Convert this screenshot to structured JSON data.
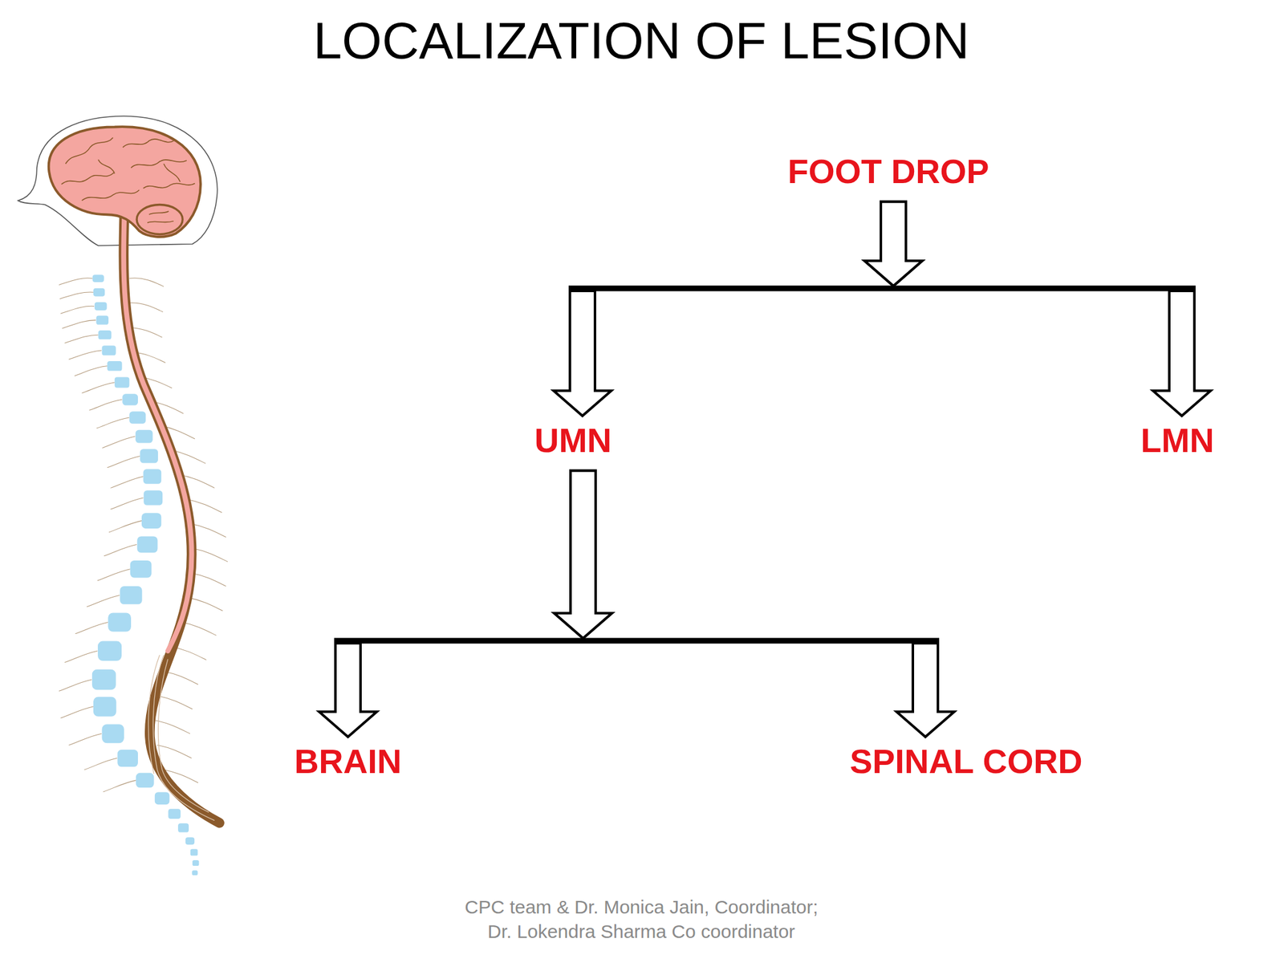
{
  "diagram": {
    "title": "LOCALIZATION OF LESION",
    "nodes": [
      {
        "text": [
          "FOOT DROP"
        ]
      },
      {
        "text": [
          "UMN"
        ]
      },
      {
        "text": [
          "LMN"
        ]
      },
      {
        "text": [
          "BRAIN"
        ]
      },
      {
        "text": [
          "SPINAL CORD"
        ]
      }
    ],
    "edges": [
      {
        "from": 0,
        "to": 1,
        "arrow": "to"
      },
      {
        "from": 0,
        "to": 2,
        "arrow": "to"
      },
      {
        "from": 1,
        "to": 3,
        "arrow": "to"
      },
      {
        "from": 1,
        "to": 4,
        "arrow": "to"
      }
    ],
    "labels": [
      "CPC team & Dr. Monica Jain, Coordinator; Dr. Lokendra Sharma Co coordinator"
    ]
  }
}
